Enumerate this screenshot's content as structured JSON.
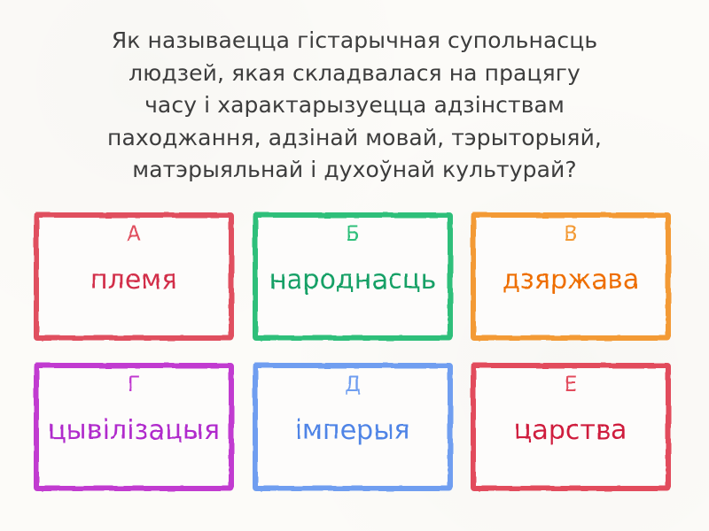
{
  "question": {
    "text": "Як называецца гістарычная супольнасць\nлюдзей, якая складвалася на працягу\nчасу і характарызуецца адзінствам\nпаходжання, адзінай мовай, тэрыторыяй,\nматэрыяльнай і духоўнай культурай?"
  },
  "options": [
    {
      "letter": "А",
      "text": "племя",
      "border_color": "#e0505f",
      "text_color": "#d22f4a"
    },
    {
      "letter": "Б",
      "text": "народнасць",
      "border_color": "#2fbf7a",
      "text_color": "#16a066"
    },
    {
      "letter": "В",
      "text": "дзяржава",
      "border_color": "#f39a35",
      "text_color": "#ee6e00"
    },
    {
      "letter": "Г",
      "text": "цывілізацыя",
      "border_color": "#c13ad0",
      "text_color": "#b02ccc"
    },
    {
      "letter": "Д",
      "text": "імперыя",
      "border_color": "#6f9ef0",
      "text_color": "#4f84e6"
    },
    {
      "letter": "Е",
      "text": "царства",
      "border_color": "#e24b5c",
      "text_color": "#cf1d3c"
    }
  ]
}
